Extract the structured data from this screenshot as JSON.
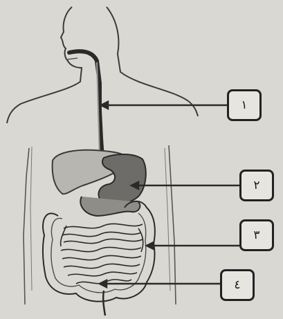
{
  "labels": [
    {
      "id": "1",
      "text": "١"
    },
    {
      "id": "2",
      "text": "٢"
    },
    {
      "id": "3",
      "text": "٣"
    },
    {
      "id": "4",
      "text": "٤"
    }
  ],
  "colors": {
    "background": "#d9d8d3",
    "line": "#2a2a2a",
    "organ_dark": "#6e6c68",
    "organ_mid": "#8f8d88",
    "organ_light": "#b3b1ab"
  }
}
